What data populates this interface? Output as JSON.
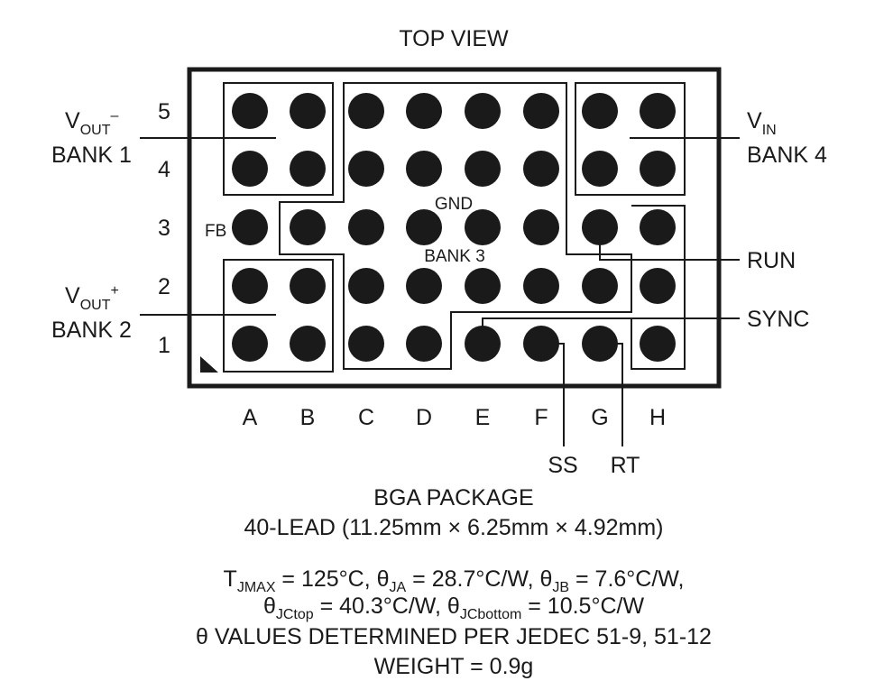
{
  "title": "TOP VIEW",
  "columns": [
    "A",
    "B",
    "C",
    "D",
    "E",
    "F",
    "G",
    "H"
  ],
  "rows": [
    "5",
    "4",
    "3",
    "2",
    "1"
  ],
  "pin_labels": {
    "vout_minus_main": "V",
    "vout_minus_sub": "OUT",
    "vout_minus_sup": "–",
    "bank1": "BANK 1",
    "vout_plus_main": "V",
    "vout_plus_sub": "OUT",
    "vout_plus_sup": "+",
    "bank2": "BANK 2",
    "vin_main": "V",
    "vin_sub": "IN",
    "bank4": "BANK 4",
    "gnd": "GND",
    "bank3": "BANK 3",
    "fb": "FB",
    "run": "RUN",
    "sync": "SYNC",
    "ss": "SS",
    "rt": "RT"
  },
  "package": {
    "line1": "BGA PACKAGE",
    "line2": "40-LEAD (11.25mm × 6.25mm × 4.92mm)"
  },
  "thermal": {
    "tj_main": "T",
    "tj_sub": "JMAX",
    "tj_val": " = 125°C, ",
    "tja_main": "θ",
    "tja_sub": "JA",
    "tja_val": " = 28.7°C/W, ",
    "tjb_main": "θ",
    "tjb_sub": "JB",
    "tjb_val": " = 7.6°C/W,",
    "tjct_main": "θ",
    "tjct_sub": "JCtop",
    "tjct_val": " = 40.3°C/W, ",
    "tjcb_main": "θ",
    "tjcb_sub": "JCbottom",
    "tjcb_val": " = 10.5°C/W",
    "line3": "θ VALUES DETERMINED PER JEDEC 51-9, 51-12",
    "line4": "WEIGHT = 0.9g"
  }
}
